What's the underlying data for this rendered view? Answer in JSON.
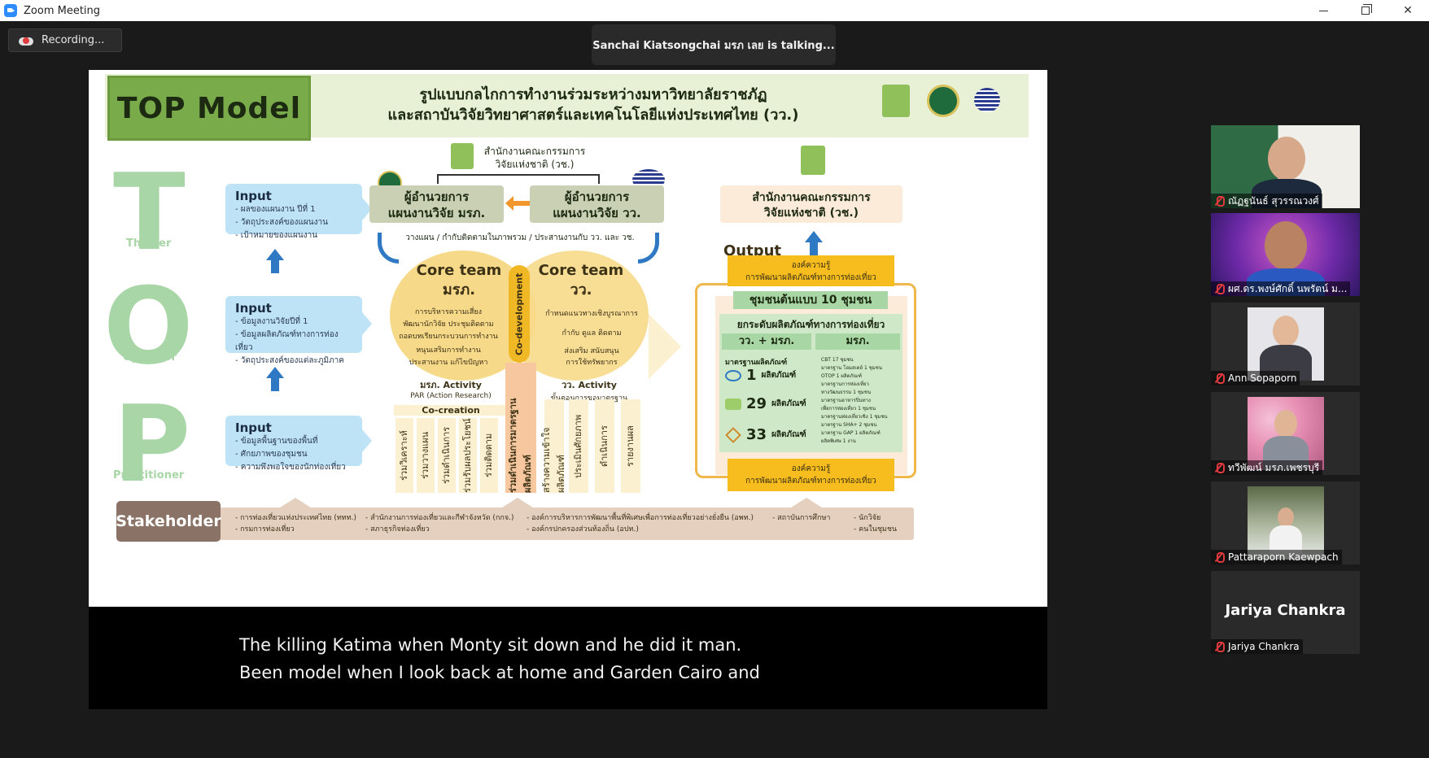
{
  "window": {
    "title": "Zoom Meeting"
  },
  "recording": {
    "label": "Recording..."
  },
  "talking": {
    "text": "Sanchai  Kiatsongchai มรภ เลย is  talking..."
  },
  "slide": {
    "logo": "TOP Model",
    "title_line1": "รูปแบบกลไกการทำงานร่วมระหว่างมหาวิทยาลัยราชภัฏ",
    "title_line2": "และสถาบันวิจัยวิทยาศาสตร์และเทคโนโลยีแห่งประเทศไทย (วว.)",
    "nrct_label": "สำนักงานคณะกรรมการ\nวิจัยแห่งชาติ (วช.)",
    "letters": [
      {
        "letter": "T",
        "caption": "Thinker"
      },
      {
        "letter": "O",
        "caption": "Operator"
      },
      {
        "letter": "P",
        "caption": "Practitioner"
      }
    ],
    "inputs": [
      {
        "title": "Input",
        "items": [
          "- ผลของแผนงาน ปีที่ 1",
          "- วัตถุประสงค์ของแผนงาน",
          "- เป้าหมายของแผนงาน"
        ]
      },
      {
        "title": "Input",
        "items": [
          "- ข้อมูลงานวิจัยปีที่ 1",
          "- ข้อมูลผลิตภัณฑ์ทางการท่องเที่ยว",
          "- วัตถุประสงค์ของแต่ละภูมิภาค"
        ]
      },
      {
        "title": "Input",
        "items": [
          "- ข้อมูลพื้นฐานของพื้นที่",
          "- ศักยภาพของชุมชน",
          "- ความพึงพอใจของนักท่องเที่ยว"
        ]
      }
    ],
    "director_left": "ผู้อำนวยการ\nแผนงานวิจัย มรภ.",
    "director_right": "ผู้อำนวยการ\nแผนงานวิจัย วว.",
    "plan_text": "วางแผน / กำกับติดตามในภาพรวม / ประสานงานกับ วว. และ วช.",
    "core_left": {
      "title": "Core team\nมรภ.",
      "rows": [
        "การบริหารความเสี่ยง",
        "พัฒนานักวิจัย   ประชุมติดตาม",
        "ถอดบทเรียนกระบวนการทำงาน",
        "หนุนเสริมการทำงาน",
        "ประสานงาน แก้ไขปัญหา"
      ]
    },
    "core_right": {
      "title": "Core team\nวว.",
      "rows": [
        "กำหนดแนวทางเชิงบูรณาการ",
        "กำกับ ดูแล ติดตาม",
        "ส่งเสริม สนับสนุน\nการใช้ทรัพยากร"
      ]
    },
    "co_development": "Co-development",
    "activity_left": {
      "title": "มรภ. Activity",
      "sub": "PAR (Action Research)"
    },
    "activity_right": {
      "title": "วว. Activity",
      "sub": "ขั้นตอนการขอมาตรฐาน"
    },
    "co_creation": "Co-creation",
    "cols_left": [
      "ร่วมวิเคราะห์",
      "ร่วมวางแผน",
      "ร่วมดำเนินการ",
      "ร่วมรับผลประโยชน์",
      "ร่วมติดตาม"
    ],
    "center_col": "ร่วมดำเนินการมาตรฐานผลิตภัณฑ์",
    "cols_right": [
      "สร้างความเข้าใจผลิตภัณฑ์",
      "ประเมินศักยภาพ",
      "ดำเนินการ",
      "รายงานผล"
    ],
    "output_label": "Output",
    "out_top": "องค์ความรู้\nการพัฒนาผลิตภัณฑ์ทางการท่องเที่ยว",
    "out_bottom": "องค์ความรู้\nการพัฒนาผลิตภัณฑ์ทางการท่องเที่ยว",
    "community": "ชุมชนต้นแบบ 10 ชุมชน",
    "upgrade": "ยกระดับผลิตภัณฑ์ทางการท่องเที่ยว",
    "col_head_left": "วว. + มรภ.",
    "col_head_right": "มรภ.",
    "std_label": "มาตรฐานผลิตภัณฑ์",
    "counts": [
      {
        "num": "1",
        "unit": "ผลิตภัณฑ์"
      },
      {
        "num": "29",
        "unit": "ผลิตภัณฑ์"
      },
      {
        "num": "33",
        "unit": "ผลิตภัณฑ์"
      }
    ],
    "mini_list": [
      "CBT 17 ชุมชน",
      "มาตรฐาน โฮมสเตย์ 1 ชุมชน",
      "OTOP 1 ผลิตภัณฑ์",
      "มาตรฐานการท่องเที่ยว\nทางวัฒนธรรม 1 ชุมชน",
      "มาตรฐานอาหารปิ่นทาง\nเพื่อการท่องเที่ยว 1 ชุมชน",
      "มาตรฐานท่องเที่ยวเชิง  1 ชุมชน",
      "มาตรฐาน SHA+  2 ชุมชน",
      "มาตรฐาน GAP 1 ผลิตภัณฑ์",
      "ผลิตพิเศษ 1 งาน"
    ],
    "stakeholder": "Stakeholder",
    "stake_items": [
      "- การท่องเที่ยวแห่งประเทศไทย (ททท.)\n- กรมการท่องเที่ยว",
      "- สำนักงานการท่องเที่ยวและกีฬาจังหวัด (กกจ.)\n- สภาธุรกิจท่องเที่ยว",
      "- องค์การบริหารการพัฒนาพื้นที่พิเศษเพื่อการท่องเที่ยวอย่างยั่งยืน (อพท.)\n- องค์กรปกครองส่วนท้องถิ่น (อปท.)",
      "- สถาบันการศึกษา",
      "- นักวิจัย\n- คนในชุมชน"
    ]
  },
  "captions": {
    "line1": "The killing Katima when Monty sit down and he did it man.",
    "line2": "Been model when I look back at home and Garden Cairo and"
  },
  "participants": [
    {
      "name": "ณัฏฐนันธ์ สุวรรณวงศ์"
    },
    {
      "name": "ผศ.ดร.พงษ์ศักดิ์ นพรัตน์ ม..."
    },
    {
      "name": "Ann Sopaporn"
    },
    {
      "name": "ทวีพัฒน์ มรภ.เพชรบุรี"
    },
    {
      "name": "Pattaraporn Kaewpach"
    },
    {
      "name": "Jariya Chankra",
      "display": "Jariya Chankra"
    }
  ]
}
